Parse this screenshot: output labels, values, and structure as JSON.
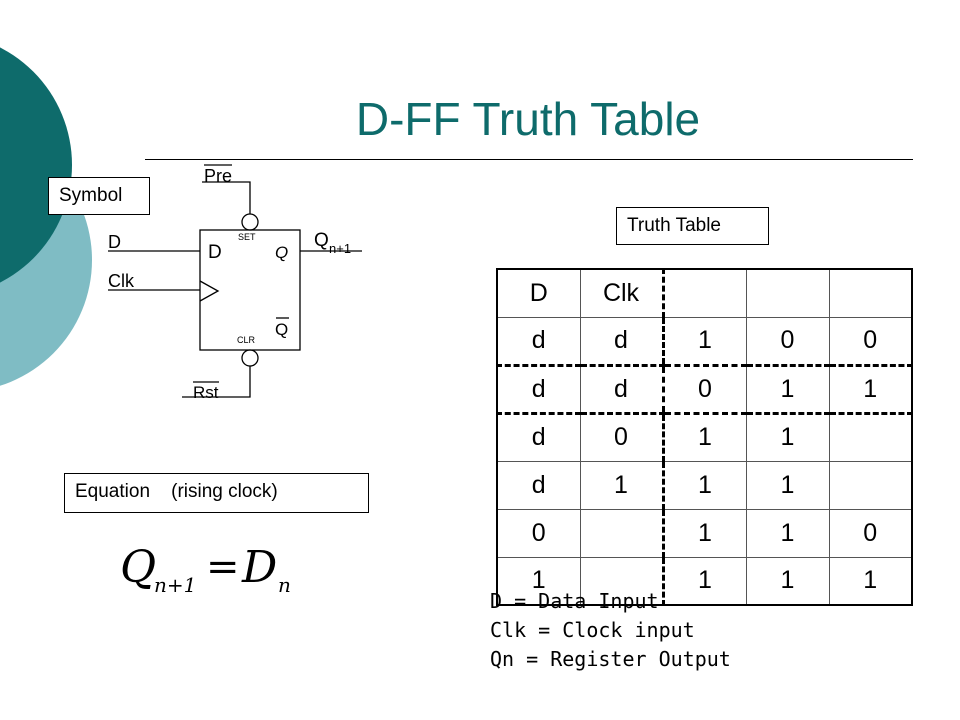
{
  "title": "D-FF  Truth Table",
  "labels": {
    "symbol": "Symbol",
    "truth_table": "Truth Table",
    "equation": "Equation    (rising clock)"
  },
  "circuit": {
    "pre": "Pre",
    "set": "SET",
    "d_input": "D",
    "clk_input": "Clk",
    "d_inside": "D",
    "q": "Q",
    "q_out_main": "Q",
    "q_out_sub": "n+1",
    "q_bar": "Q",
    "clr": "CLR",
    "rst": "Rst"
  },
  "equation": {
    "lhs": "Q",
    "lhs_sub": "n+1",
    "eq": "=",
    "rhs": "D",
    "rhs_sub": "n"
  },
  "truth_table": {
    "rows": [
      [
        "D",
        "Clk",
        "",
        "",
        ""
      ],
      [
        "d",
        "d",
        "1",
        "0",
        "0"
      ],
      [
        "d",
        "d",
        "0",
        "1",
        "1"
      ],
      [
        "d",
        "0",
        "1",
        "1",
        ""
      ],
      [
        "d",
        "1",
        "1",
        "1",
        ""
      ],
      [
        "0",
        "",
        "1",
        "1",
        "0"
      ],
      [
        "1",
        "",
        "1",
        "1",
        "1"
      ]
    ]
  },
  "legend": [
    "D = Data Input",
    "Clk = Clock input",
    "Qn = Register Output"
  ],
  "colors": {
    "title": "#0e6b6b",
    "circle_dark": "#0e6b6b",
    "circle_light": "#7fbcc4"
  }
}
